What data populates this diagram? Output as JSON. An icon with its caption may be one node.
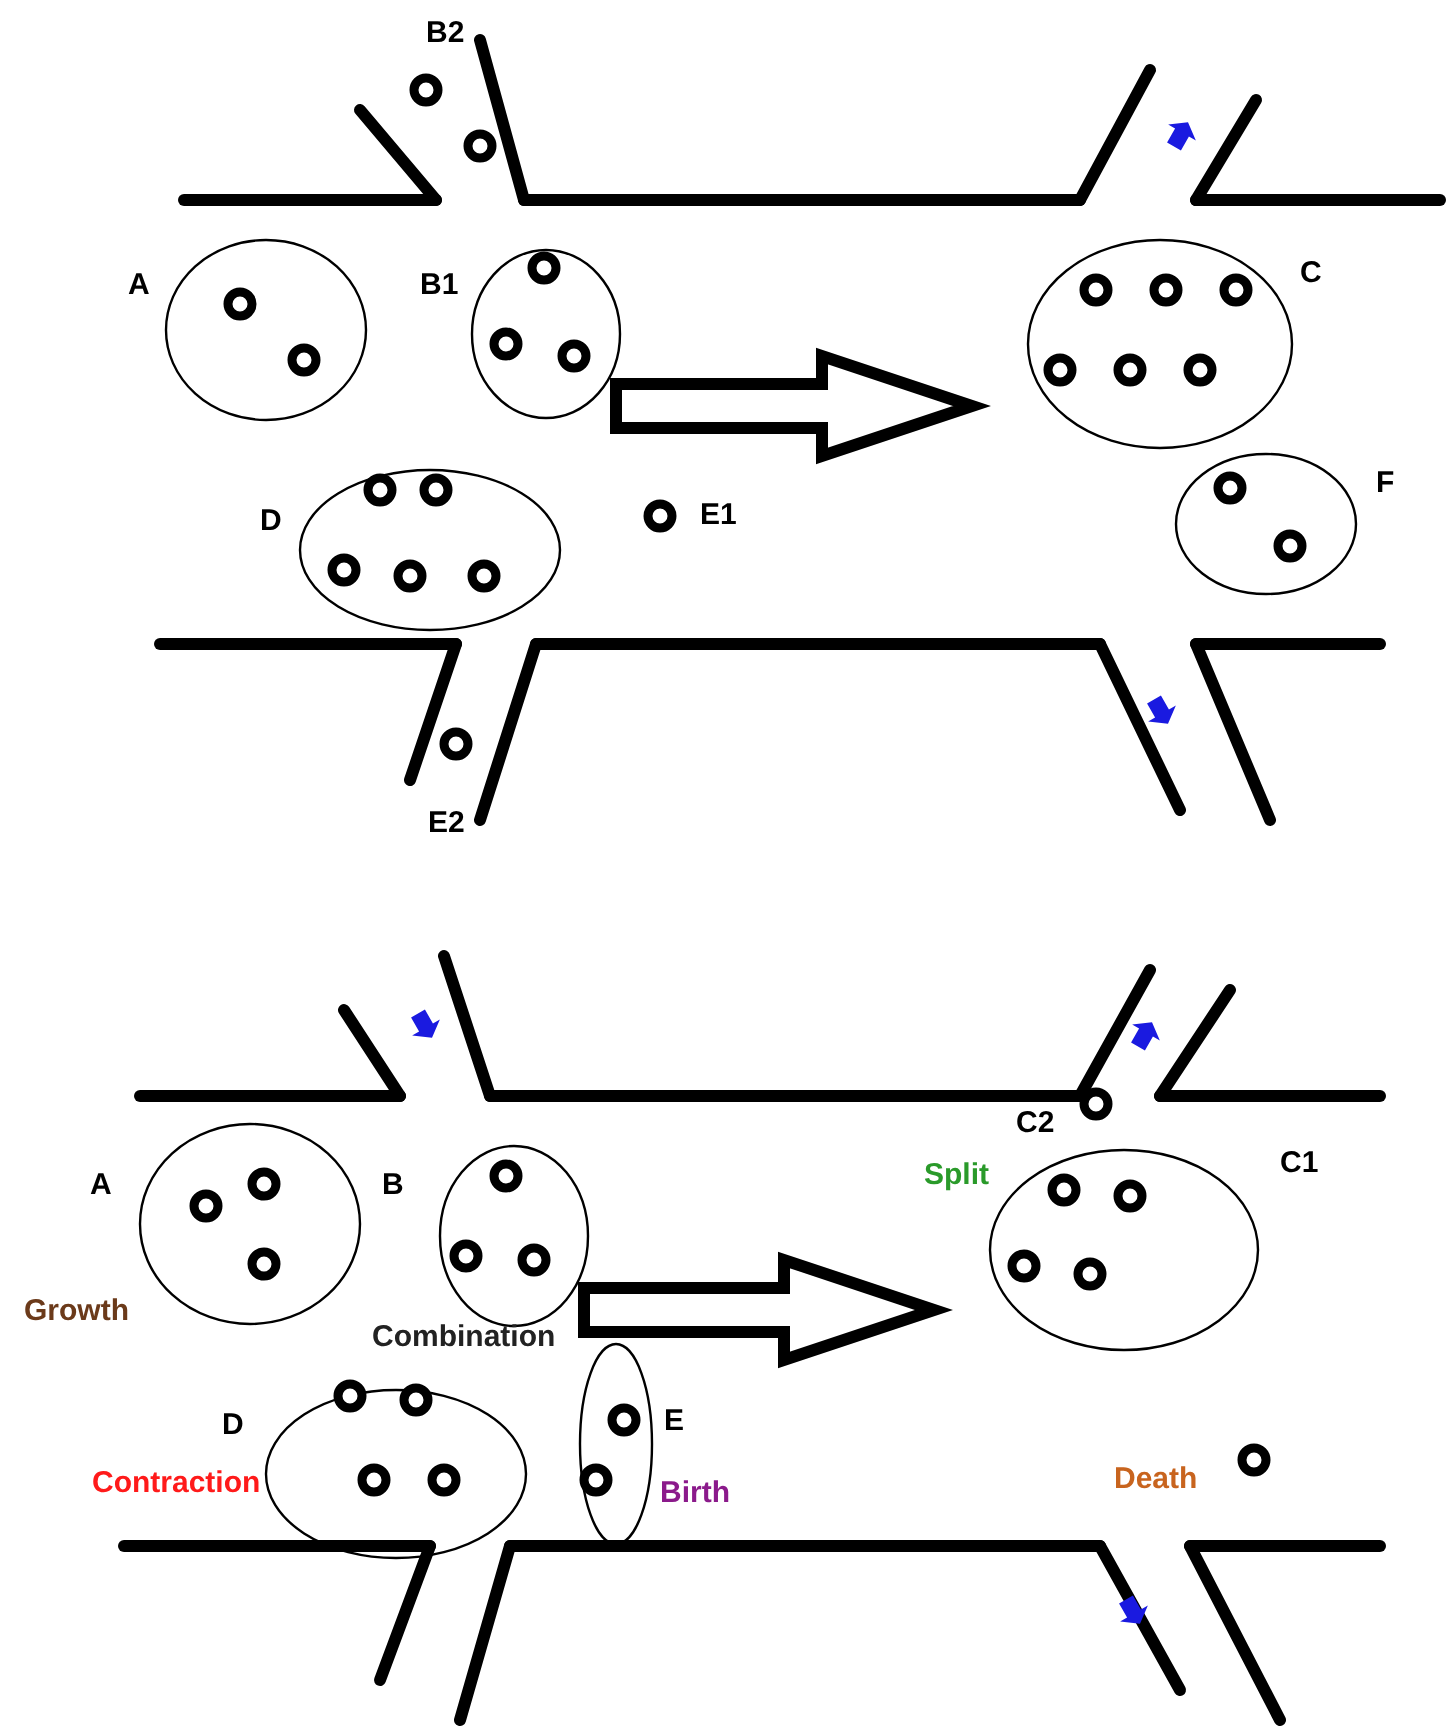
{
  "diagram": {
    "nodes": [
      {
        "text": [
          "A"
        ]
      },
      {
        "text": [
          "B1"
        ]
      },
      {
        "text": [
          "C"
        ]
      },
      {
        "text": [
          "D"
        ]
      },
      {
        "text": [
          "F"
        ]
      },
      {
        "text": [
          "A"
        ],
        "beside": [
          "Growth"
        ]
      },
      {
        "text": [
          "B"
        ],
        "beside": [
          "Combination"
        ]
      },
      {
        "text": [
          "C1"
        ],
        "beside": [
          "Split"
        ]
      },
      {
        "text": [
          "D"
        ],
        "beside": [
          "Contraction"
        ]
      },
      {
        "text": [
          "E"
        ],
        "beside": [
          "Birth"
        ]
      }
    ],
    "edges": [
      {
        "from": 1,
        "to": 2,
        "arrow": "to"
      },
      {
        "from": 6,
        "to": 7,
        "arrow": "to"
      }
    ],
    "labels": [
      "B2",
      "E1",
      "E2",
      "C2",
      "Death"
    ]
  }
}
